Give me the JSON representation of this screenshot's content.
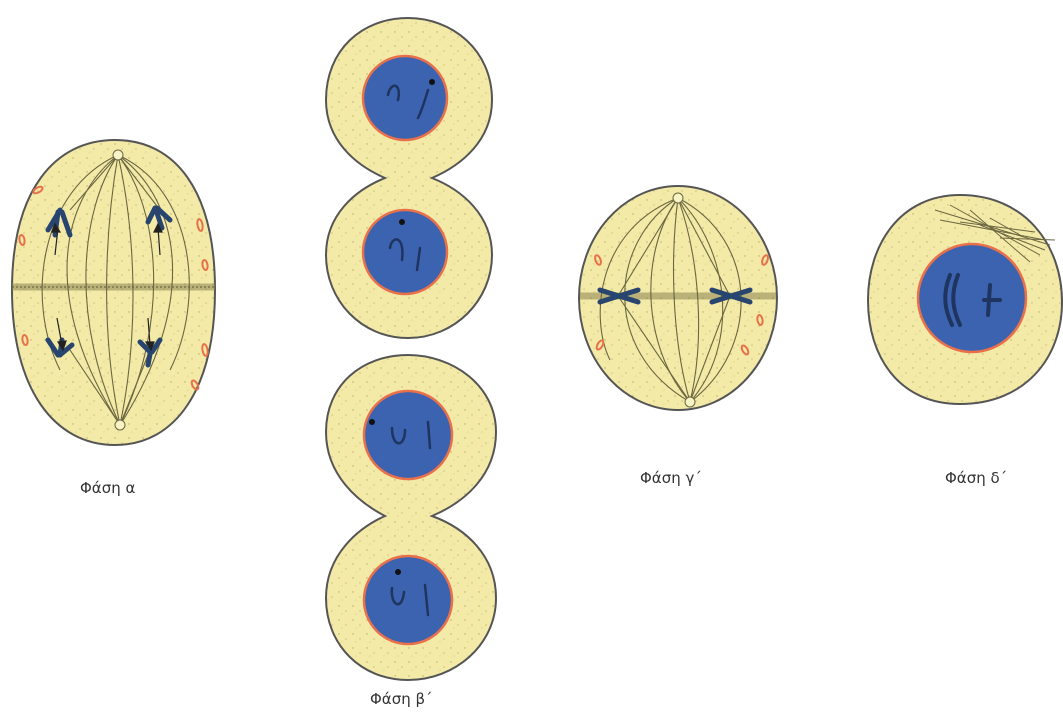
{
  "labels": {
    "phase_a": "Φάση α",
    "phase_b": "Φάση β΄",
    "phase_c": "Φάση γ΄",
    "phase_d": "Φάση δ΄"
  },
  "colors": {
    "cytoplasm": "#f3eaa8",
    "nucleus": "#3b63b0",
    "nuclear_envelope": "#e8704a",
    "outline": "#555555",
    "spindle": "#6b6640",
    "chromosome": "#27456f"
  }
}
